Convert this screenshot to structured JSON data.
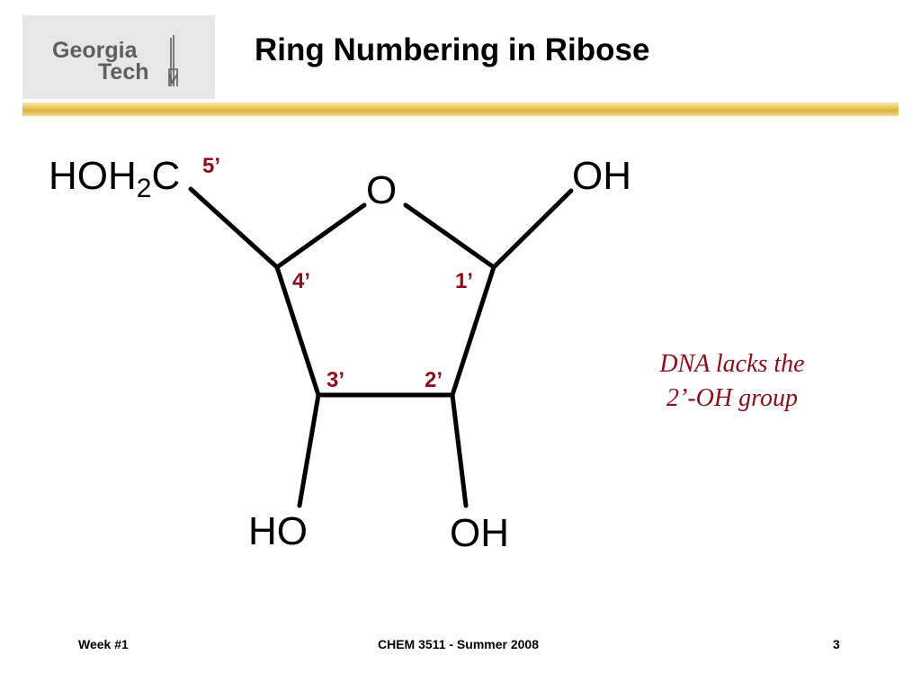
{
  "header": {
    "logo": {
      "line1": "Georgia",
      "line2": "Tech"
    },
    "title": "Ring Numbering in Ribose"
  },
  "molecule": {
    "atoms": {
      "ch2oh_prefix": "HOH",
      "ch2oh_subscript": "2",
      "ch2oh_suffix": "C",
      "ring_oxygen": "O",
      "oh_c1": "OH",
      "ho_c3": "HO",
      "oh_c2": "OH"
    },
    "numbers": {
      "c5": "5’",
      "c4": "4’",
      "c1": "1’",
      "c3": "3’",
      "c2": "2’"
    }
  },
  "note": {
    "line1": "DNA lacks the",
    "line2": "2’-OH group"
  },
  "footer": {
    "left": "Week #1",
    "center": "CHEM 3511 - Summer 2008",
    "page_number": "3"
  },
  "colors": {
    "accent": "#8b0d1a",
    "gold_bar": "#e9c75c",
    "logo_text": "#5f5f5f",
    "logo_background": "#e7e7e7"
  }
}
